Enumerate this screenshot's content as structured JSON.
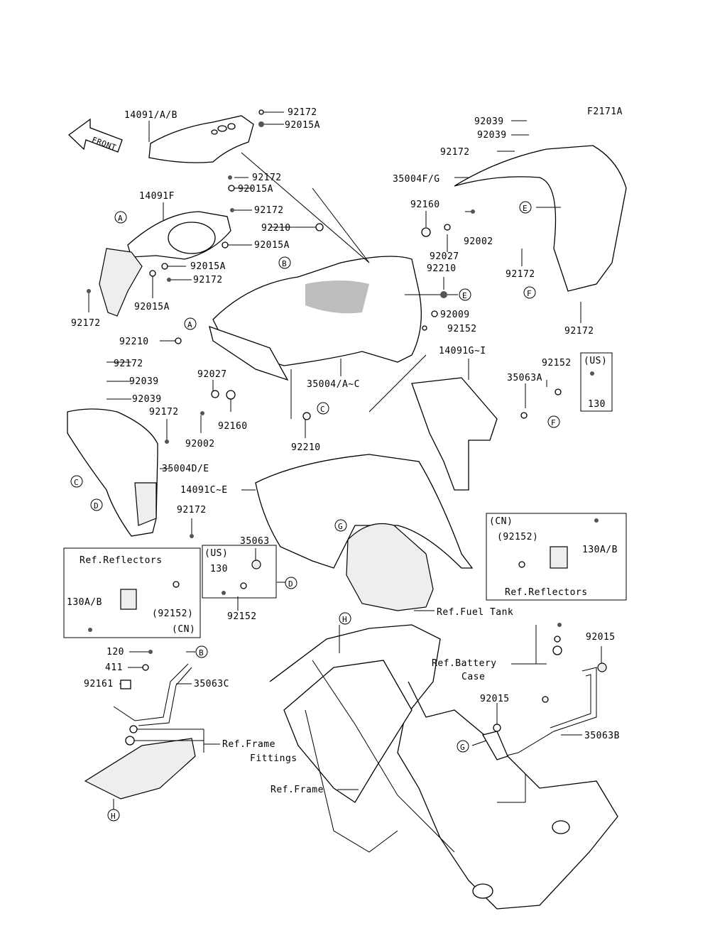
{
  "figure_code": "F2171A",
  "front_label": "FRONT",
  "parts": {
    "p14091ab": "14091/A/B",
    "p14091f": "14091F",
    "p14091gi": "14091G~I",
    "p14091ce": "14091C~E",
    "p35004ac": "35004/A~C",
    "p35004de": "35004D/E",
    "p35004fg": "35004F/G",
    "p35063": "35063",
    "p35063a": "35063A",
    "p35063b": "35063B",
    "p35063c": "35063C",
    "p92172": "92172",
    "p92015a": "92015A",
    "p92015": "92015",
    "p92210": "92210",
    "p92039": "92039",
    "p92027": "92027",
    "p92160": "92160",
    "p92002": "92002",
    "p92009": "92009",
    "p92152": "92152",
    "p92152p": "(92152)",
    "p92161": "92161",
    "p120": "120",
    "p411": "411",
    "p130": "130",
    "p130ab": "130A/B"
  },
  "markers": {
    "a": "A",
    "b": "B",
    "c": "C",
    "d": "D",
    "e": "E",
    "f": "F",
    "g": "G",
    "h": "H"
  },
  "refs": {
    "reflectors": "Ref.Reflectors",
    "fuel_tank": "Ref.Fuel Tank",
    "battery_case_1": "Ref.Battery",
    "battery_case_2": "Case",
    "frame_fittings_1": "Ref.Frame",
    "frame_fittings_2": "Fittings",
    "frame": "Ref.Frame"
  },
  "regions": {
    "us": "(US)",
    "cn": "(CN)"
  }
}
